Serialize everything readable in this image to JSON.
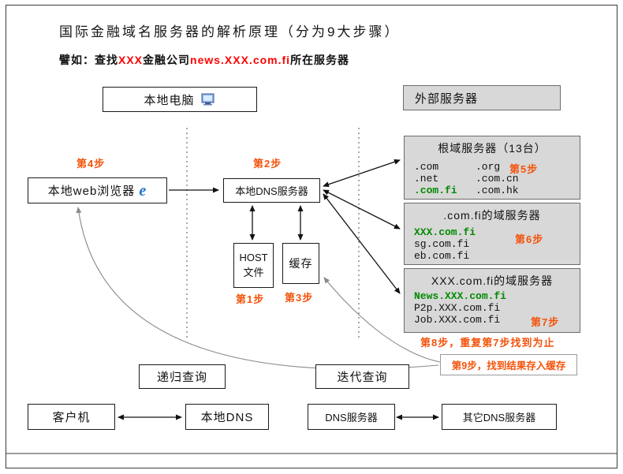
{
  "colors": {
    "step_orange": "#f4530b",
    "highlight_red": "#ff0000",
    "highlight_green": "#008a00",
    "box_gray_fill": "#d8d8d8"
  },
  "title": "国际金融域名服务器的解析原理（分为9大步骤）",
  "subtitle": {
    "p1": "譬如：查找",
    "red1": "XXX",
    "p2": "金融公司",
    "red2": "news.XXX.com.fi",
    "p3": "所在服务器"
  },
  "boxes": {
    "local_computer": "本地电脑",
    "external_server": "外部服务器",
    "web_browser": "本地web浏览器",
    "local_dns_server": "本地DNS服务器",
    "host_file_line1": "HOST",
    "host_file_line2": "文件",
    "cache": "缓存",
    "recursive_query": "递归查询",
    "iterative_query": "迭代查询",
    "client": "客户机",
    "local_dns": "本地DNS",
    "dns_server": "DNS服务器",
    "other_dns_server": "其它DNS服务器"
  },
  "steps": {
    "s1": "第1步",
    "s2": "第2步",
    "s3": "第3步",
    "s4": "第4步",
    "s5": "第5步",
    "s6": "第6步",
    "s7": "第7步",
    "s8": "第8步，重复第7步找到为止",
    "s9": "第9步，找到结果存入缓存"
  },
  "root_servers": {
    "title": "根域服务器（13台）",
    "col1": [
      ".com",
      ".net",
      ".com.fi"
    ],
    "col2": [
      ".org",
      ".com.cn",
      ".com.hk"
    ]
  },
  "comfi_servers": {
    "title": ".com.fi的域服务器",
    "entries": [
      "XXX.com.fi",
      "sg.com.fi",
      "eb.com.fi"
    ]
  },
  "xxx_servers": {
    "title": "XXX.com.fi的域服务器",
    "entries": [
      "News.XXX.com.fi",
      "P2p.XXX.com.fi",
      "Job.XXX.com.fi"
    ]
  },
  "icons": {
    "computer": "computer-icon",
    "ie": "e"
  }
}
